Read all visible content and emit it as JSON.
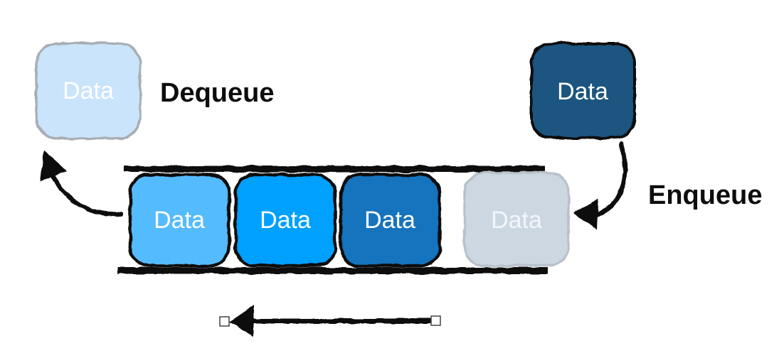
{
  "diagram": {
    "type": "queue-data-structure",
    "labels": {
      "dequeue": "Dequeue",
      "enqueue": "Enqueue"
    },
    "boxes": {
      "dequeued": {
        "label": "Data",
        "fill": "#c9e4fb",
        "stroke": "#a9adb2",
        "text_color": "#ffffff"
      },
      "incoming": {
        "label": "Data",
        "fill": "#1a5480",
        "stroke": "#0d0d0d",
        "text_color": "#ffffff"
      },
      "queue": [
        {
          "label": "Data",
          "fill": "#55bbff",
          "stroke": "#0d0d0d",
          "text_color": "#ffffff"
        },
        {
          "label": "Data",
          "fill": "#00a0fe",
          "stroke": "#0d0d0d",
          "text_color": "#ffffff"
        },
        {
          "label": "Data",
          "fill": "#1273bd",
          "stroke": "#0d0d0d",
          "text_color": "#ffffff"
        },
        {
          "label": "Data",
          "fill": "#ccd7e1",
          "stroke": "#b9c2cb",
          "text_color": "#f2f6fa"
        }
      ]
    },
    "colors": {
      "ink": "#0d0d0d",
      "background": "#ffffff",
      "channel_line": "#0d0d0d"
    }
  }
}
